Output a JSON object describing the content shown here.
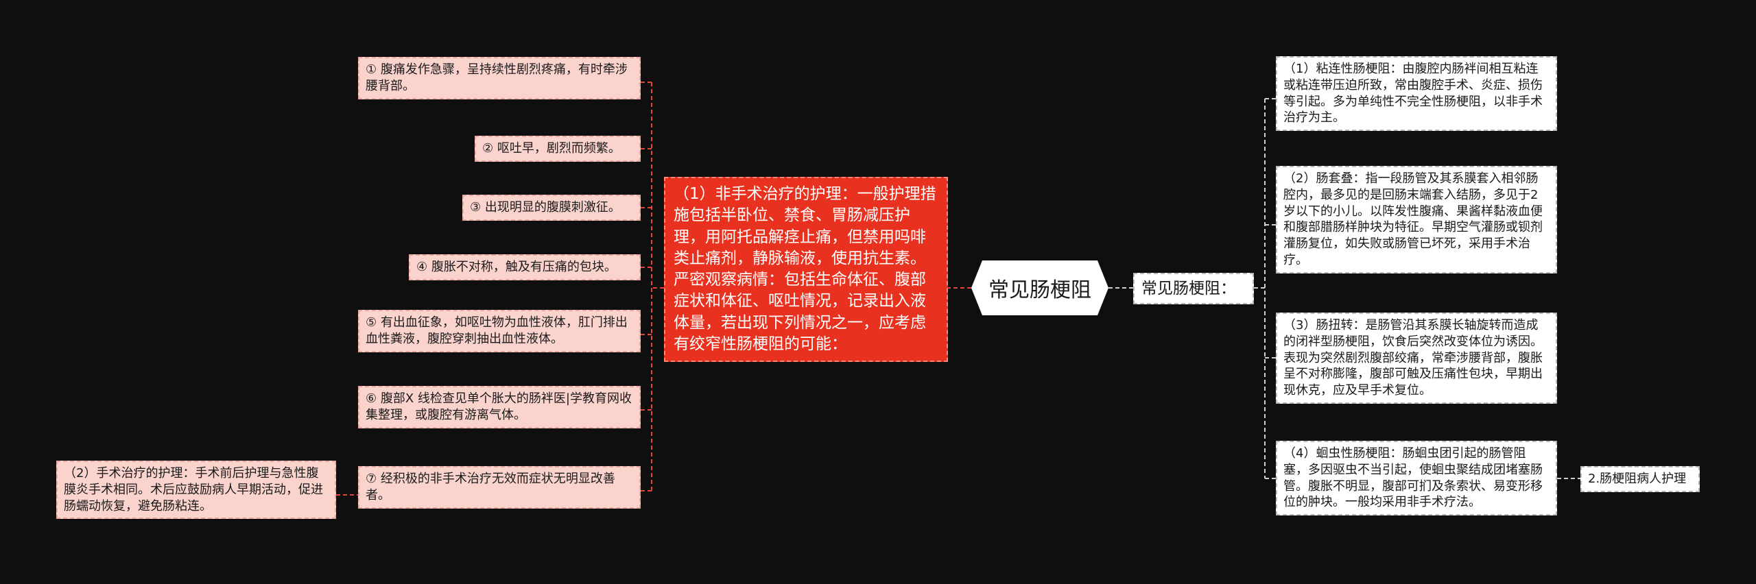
{
  "central": {
    "title": "常见肠梗阻"
  },
  "left": {
    "main": "（1）非手术治疗的护理：一般护理措施包括半卧位、禁食、胃肠减压护理，用阿托品解痉止痛，但禁用吗啡类止痛剂，静脉输液，使用抗生素。严密观察病情：包括生命体征、腹部症状和体征、呕吐情况，记录出入液体量，若出现下列情况之一，应考虑有绞窄性肠梗阻的可能：",
    "items": [
      "① 腹痛发作急骤，呈持续性剧烈疼痛，有时牵涉腰背部。",
      "② 呕吐早，剧烈而频繁。",
      "③ 出现明显的腹膜刺激征。",
      "④ 腹胀不对称，触及有压痛的包块。",
      "⑤ 有出血征象，如呕吐物为血性液体，肛门排出血性粪液，腹腔穿刺抽出血性液体。",
      "⑥ 腹部X 线检查见单个胀大的肠袢医|学教育网收集整理，或腹腔有游离气体。",
      "⑦ 经积极的非手术治疗无效而症状无明显改善者。"
    ],
    "surgery": "（2）手术治疗的护理：手术前后护理与急性腹膜炎手术相同。术后应鼓励病人早期活动，促进肠蠕动恢复，避免肠粘连。"
  },
  "right": {
    "sub": "常见肠梗阻：",
    "items": [
      "（1）粘连性肠梗阻：由腹腔内肠袢间相互粘连或粘连带压迫所致，常由腹腔手术、炎症、损伤等引起。多为单纯性不完全性肠梗阻，以非手术治疗为主。",
      "（2）肠套叠：指一段肠管及其系膜套入相邻肠腔内，最多见的是回肠末端套入结肠，多见于2 岁以下的小儿。以阵发性腹痛、果酱样黏液血便和腹部腊肠样肿块为特征。早期空气灌肠或钡剂灌肠复位，如失败或肠管已坏死，采用手术治疗。",
      "（3）肠扭转：是肠管沿其系膜长轴旋转而造成的闭袢型肠梗阻，饮食后突然改变体位为诱因。表现为突然剧烈腹部绞痛，常牵涉腰背部，腹胀呈不对称膨隆，腹部可触及压痛性包块，早期出现休克，应及早手术复位。",
      "（4）蛔虫性肠梗阻：肠蛔虫团引起的肠管阻塞，多因驱虫不当引起，使蛔虫聚结成团堵塞肠管。腹胀不明显，腹部可扪及条索状、易变形移位的肿块。一般均采用非手术疗法。"
    ],
    "tail": "2.肠梗阻病人护理"
  },
  "colors": {
    "background": "#0f0f0f",
    "main_red": "#e8311e",
    "pink": "#fbd3cd",
    "left_line": "#e0473a",
    "right_line": "#d0d0d0"
  }
}
